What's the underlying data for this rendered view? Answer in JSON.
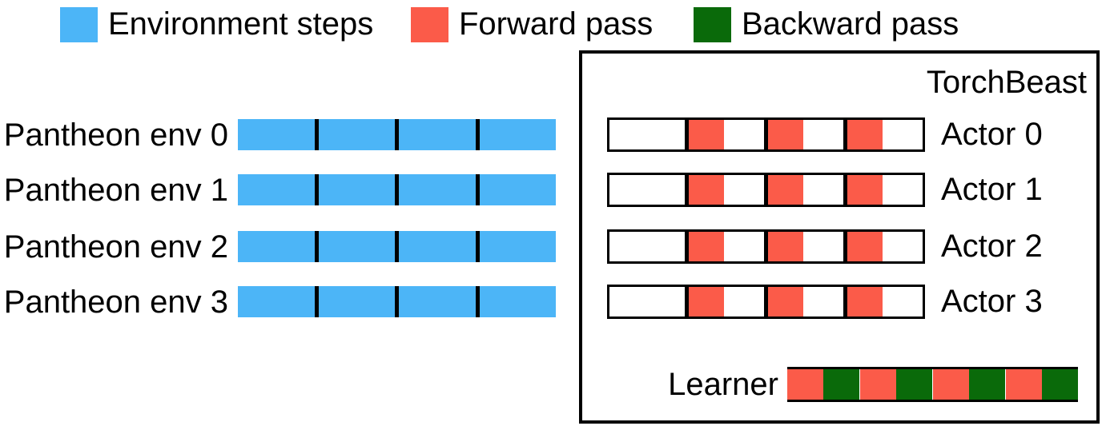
{
  "colors": {
    "env_blue": "#4CB5F7",
    "fwd_red": "#FB5B49",
    "bwd_green": "#0A6A0A",
    "line_black": "#000000"
  },
  "legend": {
    "items": [
      {
        "label": "Environment steps",
        "color": "#4CB5F7"
      },
      {
        "label": "Forward pass",
        "color": "#FB5B49"
      },
      {
        "label": "Backward pass",
        "color": "#0A6A0A"
      }
    ]
  },
  "pantheon": {
    "rows": [
      {
        "label": "Pantheon env 0"
      },
      {
        "label": "Pantheon env 1"
      },
      {
        "label": "Pantheon env 2"
      },
      {
        "label": "Pantheon env 3"
      }
    ],
    "bar": {
      "segments": 4,
      "content": "environment-steps"
    }
  },
  "torchbeast": {
    "title": "TorchBeast",
    "actors": [
      {
        "label": "Actor 0"
      },
      {
        "label": "Actor 1"
      },
      {
        "label": "Actor 2"
      },
      {
        "label": "Actor 3"
      }
    ],
    "actor_bar": {
      "segments": 4,
      "forward_pass_in_segments": [
        2,
        3,
        4
      ]
    },
    "learner": {
      "label": "Learner",
      "sequence": [
        "forward",
        "backward",
        "forward",
        "backward",
        "forward",
        "backward",
        "forward",
        "backward"
      ]
    }
  }
}
